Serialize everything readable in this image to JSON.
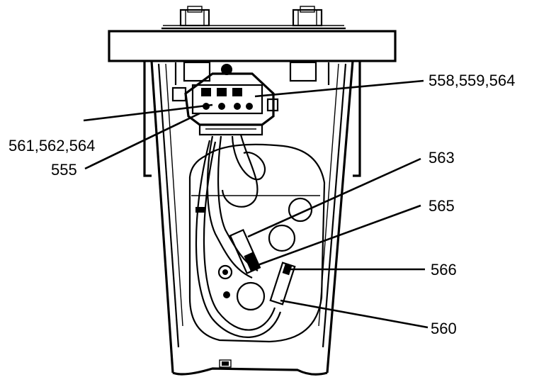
{
  "callouts": {
    "c558": "558,559,564",
    "c561": "561,562,564",
    "c555": "555",
    "c563": "563",
    "c565": "565",
    "c566": "566",
    "c560": "560"
  }
}
